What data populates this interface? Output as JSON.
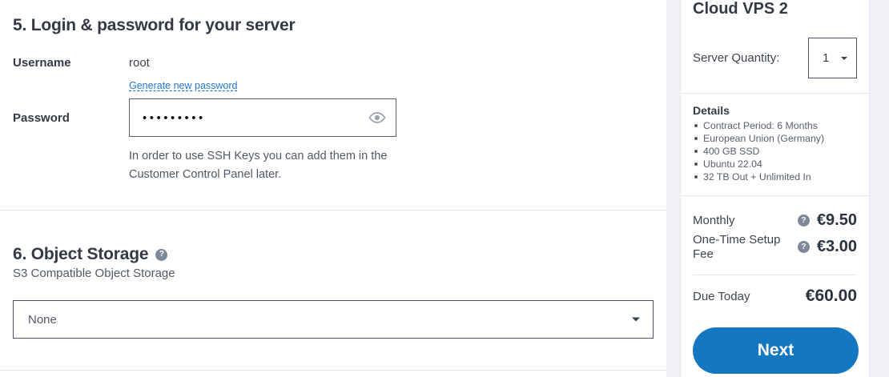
{
  "form": {
    "login_section": {
      "title": "5. Login & password for your server",
      "username_label": "Username",
      "username_value": "root",
      "generate_link": "Generate new password",
      "password_label": "Password",
      "password_masked": "•••••••••",
      "hint": "In order to use SSH Keys you can add them in the Customer Control Panel later."
    },
    "storage_section": {
      "title": "6. Object Storage",
      "subtitle": "S3 Compatible Object Storage",
      "selected_option": "None"
    }
  },
  "summary": {
    "plan_name": "Cloud VPS 2",
    "quantity_label": "Server Quantity:",
    "quantity_value": "1",
    "details_title": "Details",
    "details": [
      "Contract Period: 6 Months",
      "European Union (Germany)",
      "400 GB SSD",
      "Ubuntu 22.04",
      "32 TB Out + Unlimited In"
    ],
    "prices": [
      {
        "label": "Monthly",
        "amount": "€9.50"
      },
      {
        "label": "One-Time Setup Fee",
        "amount": "€3.00"
      }
    ],
    "total_label": "Due Today",
    "total_amount": "€60.00",
    "next_label": "Next"
  },
  "icons": {
    "help": "?",
    "eye": "eye-icon"
  },
  "colors": {
    "accent": "#1577bf",
    "link": "#2277cc",
    "text": "#323a45",
    "muted": "#4f5a66",
    "page_bg": "#f1f2f7"
  }
}
